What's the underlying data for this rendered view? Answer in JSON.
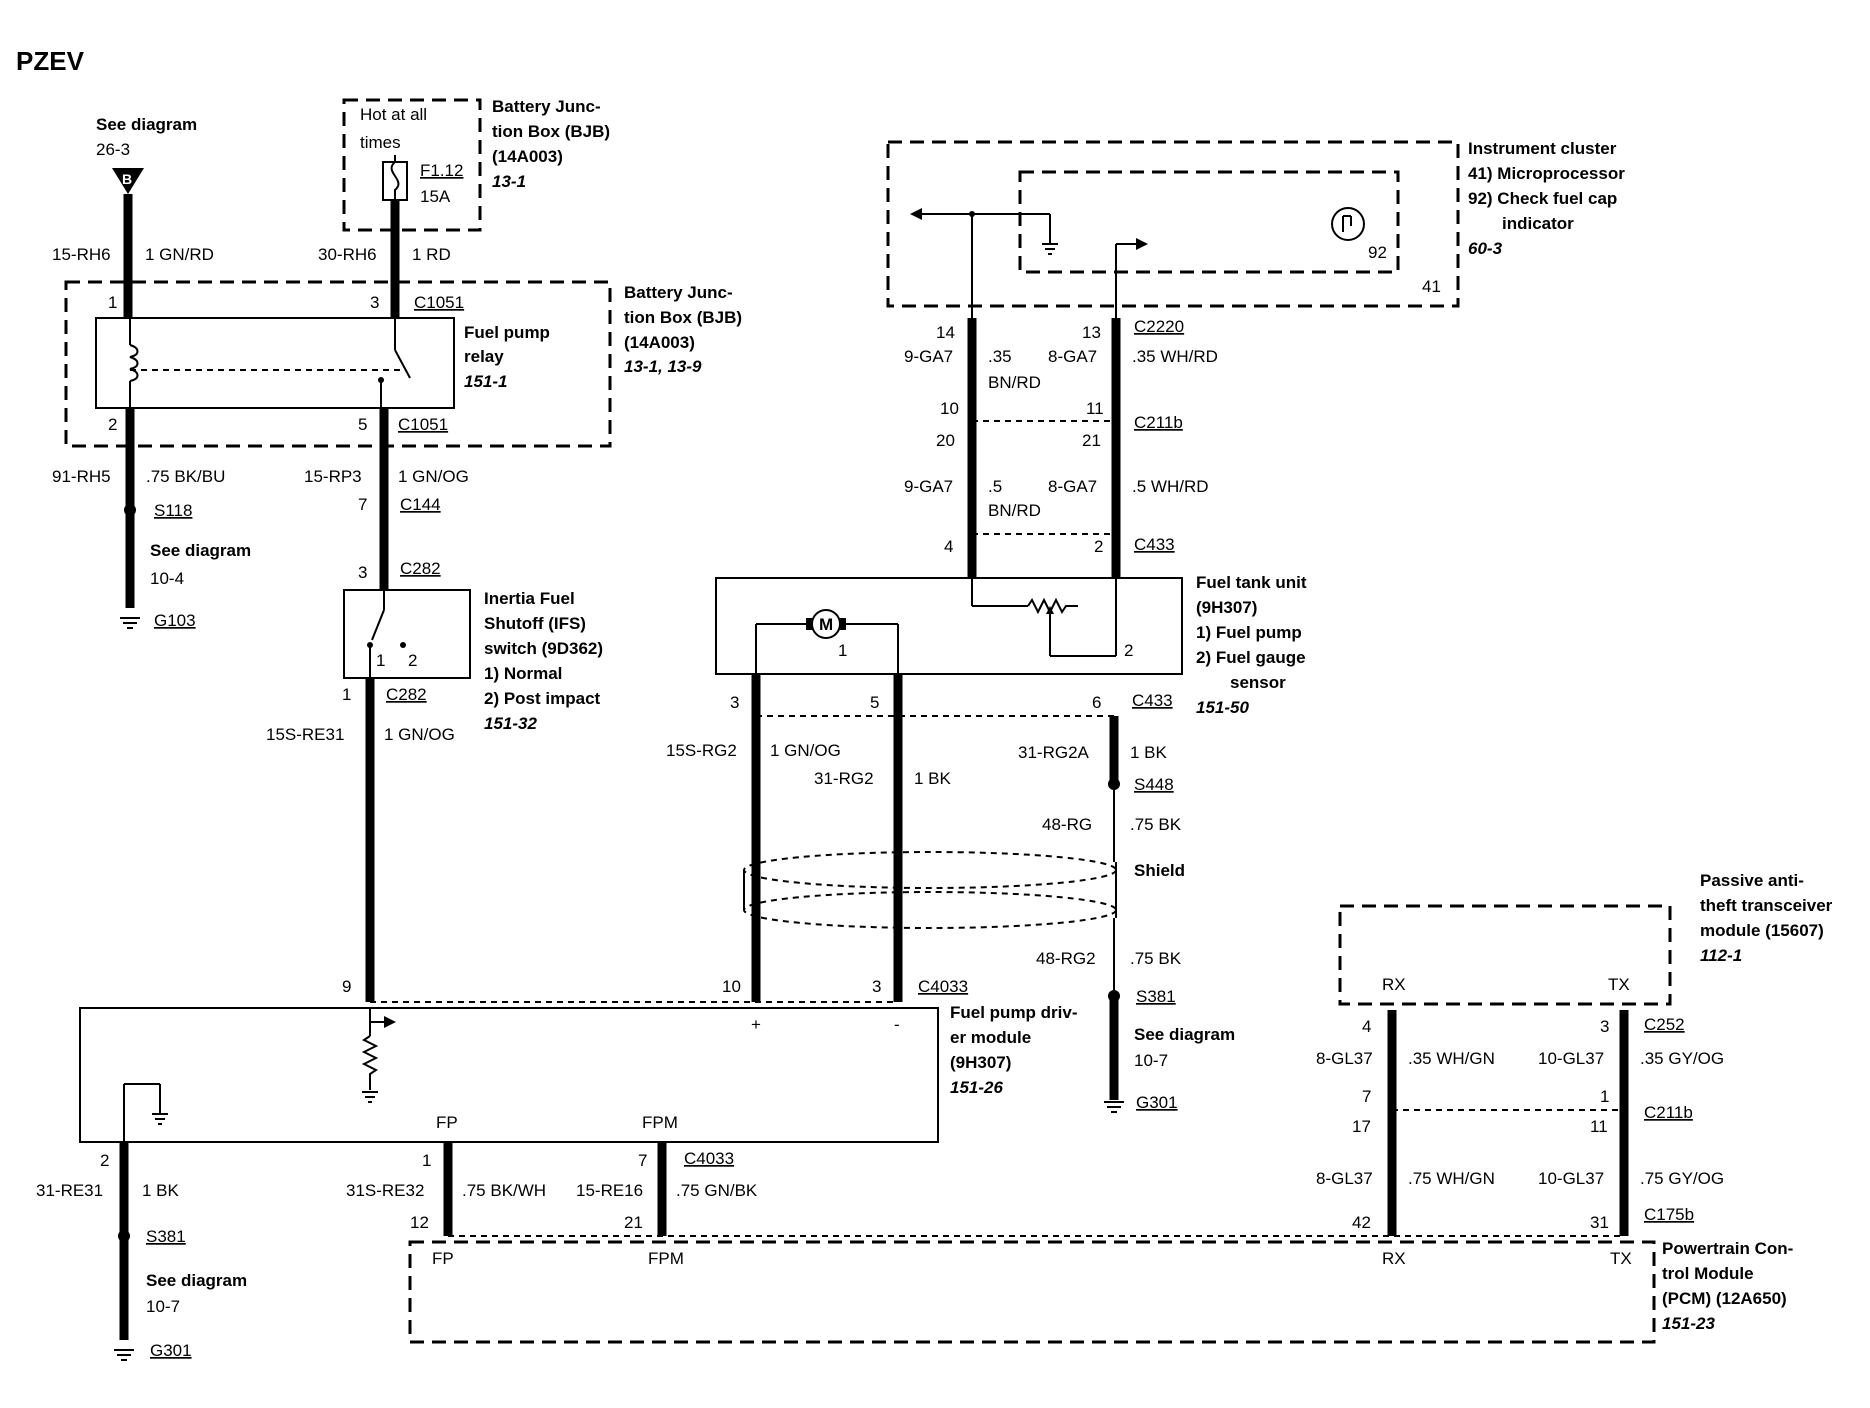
{
  "title": "PZEV",
  "top_left": {
    "see_diagram": "See diagram",
    "see_diagram_ref": "26-3",
    "connector_letter": "B",
    "circuit": "15-RH6",
    "wire": "1 GN/RD"
  },
  "bjb_fuse": {
    "hot_line1": "Hot at all",
    "hot_line2": "times",
    "fuse_id": "F1.12",
    "fuse_rating": "15A",
    "name_line1": "Battery Junc-",
    "name_line2": "tion Box (BJB)",
    "part": "(14A003)",
    "ref": "13-1",
    "circuit": "30-RH6",
    "wire": "1 RD"
  },
  "bjb_relay": {
    "pin1": "1",
    "pin3": "3",
    "pin2": "2",
    "pin5": "5",
    "connector_top": "C1051",
    "connector_bottom": "C1051",
    "relay_line1": "Fuel pump",
    "relay_line2": "relay",
    "relay_ref": "151-1",
    "name_line1": "Battery Junc-",
    "name_line2": "tion Box (BJB)",
    "part": "(14A003)",
    "ref": "13-1, 13-9"
  },
  "ground_left": {
    "circuit": "91-RH5",
    "wire": ".75 BK/BU",
    "splice": "S118",
    "see_diagram": "See diagram",
    "ref": "10-4",
    "ground": "G103"
  },
  "relay_output": {
    "circuit": "15-RP3",
    "wire": "1 GN/OG",
    "pin": "7",
    "connector": "C144"
  },
  "ifs_switch": {
    "pin_top": "3",
    "connector_top": "C282",
    "inner_1": "1",
    "inner_2": "2",
    "name_line1": "Inertia Fuel",
    "name_line2": "Shutoff (IFS)",
    "name_line3": "switch (9D362)",
    "pos1": "1)   Normal",
    "pos2": "2)   Post impact",
    "ref": "151-32",
    "pin_bottom": "1",
    "connector_bottom": "C282",
    "circuit": "15S-RE31",
    "wire": "1 GN/OG"
  },
  "instrument_cluster": {
    "line1": "Instrument cluster",
    "line2": "41) Microprocessor",
    "line3": "92) Check fuel cap",
    "line4": "indicator",
    "ref": "60-3",
    "label_41": "41",
    "label_92": "92"
  },
  "gauge_wires": {
    "pin14": "14",
    "pin13": "13",
    "connector_c2220": "C2220",
    "left_circuit_a": "9-GA7",
    "left_wire_a1": ".35",
    "left_wire_a2": "BN/RD",
    "right_circuit_a": "8-GA7",
    "right_wire_a": ".35 WH/RD",
    "pin10": "10",
    "pin11": "11",
    "connector_c211b": "C211b",
    "pin20": "20",
    "pin21": "21",
    "left_circuit_b": "9-GA7",
    "left_wire_b1": ".5",
    "left_wire_b2": "BN/RD",
    "right_circuit_b": "8-GA7",
    "right_wire_b": ".5 WH/RD",
    "pin4": "4",
    "pin2": "2",
    "connector_c433": "C433"
  },
  "fuel_tank_unit": {
    "motor": "M",
    "inner_1": "1",
    "inner_2": "2",
    "name_line1": "Fuel tank unit",
    "part": "(9H307)",
    "item1": "1)    Fuel pump",
    "item2": "2)    Fuel gauge",
    "item2b": "sensor",
    "ref": "151-50",
    "pin3": "3",
    "pin5": "5",
    "pin6": "6",
    "connector": "C433"
  },
  "pump_wires": {
    "left_circuit": "15S-RG2",
    "left_wire": "1 GN/OG",
    "mid_circuit": "31-RG2",
    "mid_wire": "1 BK",
    "right_circuit": "31-RG2A",
    "right_wire": "1 BK",
    "splice_s448": "S448",
    "shield_circuit": "48-RG",
    "shield_wire": ".75 BK",
    "shield": "Shield",
    "lower_circuit": "48-RG2",
    "lower_wire": ".75 BK",
    "splice_s381": "S381",
    "see_diagram": "See diagram",
    "ref": "10-7",
    "ground": "G301"
  },
  "fpdm": {
    "pin9": "9",
    "pin10": "10",
    "pin3": "3",
    "connector": "C4033",
    "plus": "+",
    "minus": "-",
    "name_line1": "Fuel pump driv-",
    "name_line2": "er module",
    "part": "(9H307)",
    "ref": "151-26",
    "fp": "FP",
    "fpm": "FPM"
  },
  "fpdm_outputs": {
    "pin2": "2",
    "circuit_left": "31-RE31",
    "wire_left": "1 BK",
    "splice": "S381",
    "see_diagram": "See diagram",
    "ref": "10-7",
    "ground": "G301",
    "pin1": "1",
    "pin7": "7",
    "connector": "C4033",
    "fp_circuit": "31S-RE32",
    "fp_wire": ".75 BK/WH",
    "fpm_circuit": "15-RE16",
    "fpm_wire": ".75 GN/BK",
    "pin12": "12",
    "pin21": "21"
  },
  "pats": {
    "name_line1": "Passive anti-",
    "name_line2": "theft transceiver",
    "name_line3": "module (15607)",
    "ref": "112-1",
    "rx": "RX",
    "tx": "TX"
  },
  "pats_wires": {
    "pin4": "4",
    "pin3": "3",
    "connector_c252": "C252",
    "rx_circuit_a": "8-GL37",
    "rx_wire_a": ".35 WH/GN",
    "tx_circuit_a": "10-GL37",
    "tx_wire_a": ".35 GY/OG",
    "pin7": "7",
    "pin1": "1",
    "connector_c211b": "C211b",
    "pin17": "17",
    "pin11": "11",
    "rx_circuit_b": "8-GL37",
    "rx_wire_b": ".75 WH/GN",
    "tx_circuit_b": "10-GL37",
    "tx_wire_b": ".75 GY/OG",
    "pin42": "42",
    "pin31": "31",
    "connector_c175b": "C175b"
  },
  "pcm": {
    "fp": "FP",
    "fpm": "FPM",
    "rx": "RX",
    "tx": "TX",
    "name_line1": "Powertrain Con-",
    "name_line2": "trol Module",
    "name_line3": "(PCM) (12A650)",
    "ref": "151-23"
  }
}
